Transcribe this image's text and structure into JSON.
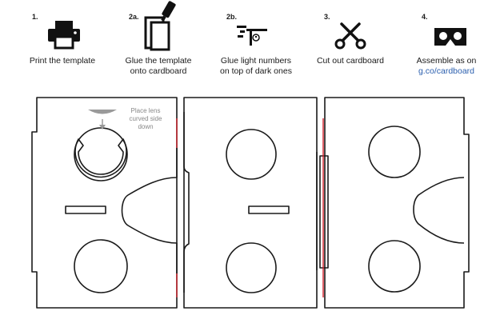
{
  "steps": [
    {
      "num": "1.",
      "label_lines": [
        "Print the template"
      ],
      "icon": "printer-icon"
    },
    {
      "num": "2a.",
      "label_lines": [
        "Glue the template",
        "onto cardboard"
      ],
      "icon": "glue-icon"
    },
    {
      "num": "2b.",
      "label_lines": [
        "Glue light numbers",
        "on top of dark ones"
      ],
      "icon": "layers-icon"
    },
    {
      "num": "3.",
      "label_lines": [
        "Cut out cardboard"
      ],
      "icon": "scissors-icon"
    },
    {
      "num": "4.",
      "label_lines": [
        "Assemble as on"
      ],
      "link": "g.co/cardboard",
      "icon": "cardboard-viewer-icon"
    }
  ],
  "lens_note": [
    "Place lens",
    "curved side",
    "down"
  ],
  "colors": {
    "outline": "#1a1a1a",
    "fold_line": "#d0202a",
    "lens_gray": "#9a9a9a",
    "link": "#2b5fae"
  }
}
